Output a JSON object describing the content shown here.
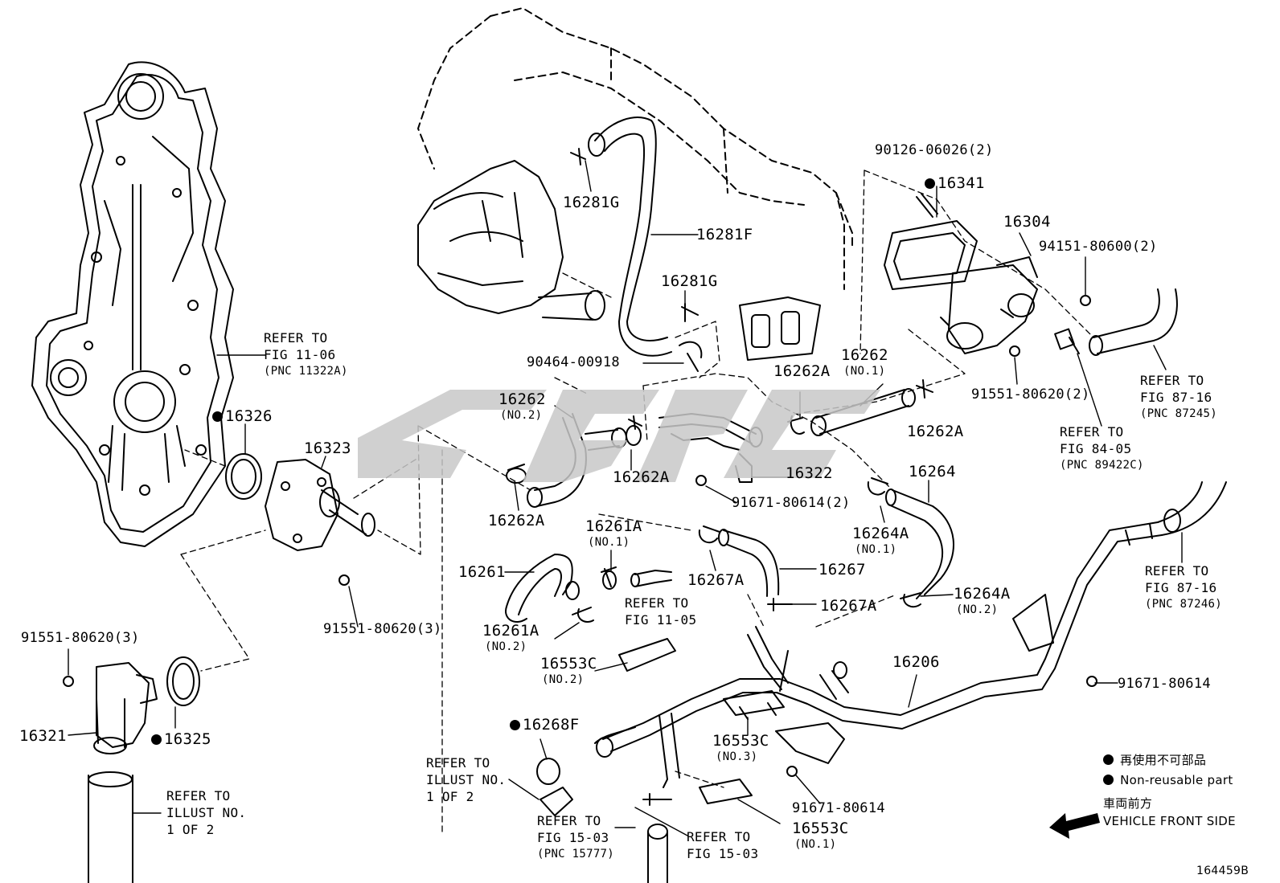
{
  "callouts": {
    "p16281G_top": "16281G",
    "p16281F": "16281F",
    "p16281G_mid": "16281G",
    "p90464": "90464-00918",
    "p90126": "90126-06026(2)",
    "p16341": "16341",
    "p16304": "16304",
    "p94151": "94151-80600(2)",
    "p16262A_a": "16262A",
    "p16262_no1": "16262",
    "p16262_no1_sub": "(NO.1)",
    "p16262_no2": "16262",
    "p16262_no2_sub": "(NO.2)",
    "p16262A_b": "16262A",
    "p16262A_c": "16262A",
    "p16262A_d": "16262A",
    "p16322": "16322",
    "p91671_2": "91671-80614(2)",
    "p16264": "16264",
    "p16264A_no1": "16264A",
    "p16264A_no1_sub": "(NO.1)",
    "p91551_2": "91551-80620(2)",
    "p16326": "16326",
    "p16323": "16323",
    "p16261A_no1": "16261A",
    "p16261A_no1_sub": "(NO.1)",
    "p16261": "16261",
    "p16267A_a": "16267A",
    "p16267": "16267",
    "p16267A_b": "16267A",
    "p16264A_no2": "16264A",
    "p16264A_no2_sub": "(NO.2)",
    "p16261A_no2": "16261A",
    "p16261A_no2_sub": "(NO.2)",
    "p91551_3a": "91551-80620(3)",
    "p91551_3b": "91551-80620(3)",
    "p16553C_no2": "16553C",
    "p16553C_no2_sub": "(NO.2)",
    "p16206": "16206",
    "p91671_single_a": "91671-80614",
    "p16321": "16321",
    "p16325": "16325",
    "p16268F": "16268F",
    "p16553C_no3": "16553C",
    "p16553C_no3_sub": "(NO.3)",
    "p91671_single_b": "91671-80614",
    "p16553C_no1": "16553C",
    "p16553C_no1_sub": "(NO.1)"
  },
  "references": {
    "r1106_a": "REFER TO",
    "r1106_b": "FIG 11-06",
    "r1106_c": "(PNC 11322A)",
    "r8716a_a": "REFER TO",
    "r8716a_b": "FIG 87-16",
    "r8716a_c": "(PNC 87245)",
    "r8405_a": "REFER TO",
    "r8405_b": "FIG 84-05",
    "r8405_c": "(PNC 89422C)",
    "r1105_a": "REFER TO",
    "r1105_b": "FIG 11-05",
    "r8716b_a": "REFER TO",
    "r8716b_b": "FIG 87-16",
    "r8716b_c": "(PNC 87246)",
    "rill1_a": "REFER TO",
    "rill1_b": "ILLUST NO.",
    "rill1_c": "1 OF 2",
    "rill2_a": "REFER TO",
    "rill2_b": "ILLUST NO.",
    "rill2_c": "1 OF 2",
    "r1503a_a": "REFER TO",
    "r1503a_b": "FIG 15-03",
    "r1503a_c": "(PNC 15777)",
    "r1503b_a": "REFER TO",
    "r1503b_b": "FIG 15-03"
  },
  "legend": {
    "jp_nonreusable": "再使用不可部品",
    "en_nonreusable": "Non-reusable part",
    "jp_front": "車両前方",
    "en_front": "VEHICLE FRONT SIDE"
  },
  "illustration_number": "164459B",
  "colors": {
    "ink": "#000000",
    "watermark": "#c8c8c8",
    "paper": "#ffffff"
  }
}
